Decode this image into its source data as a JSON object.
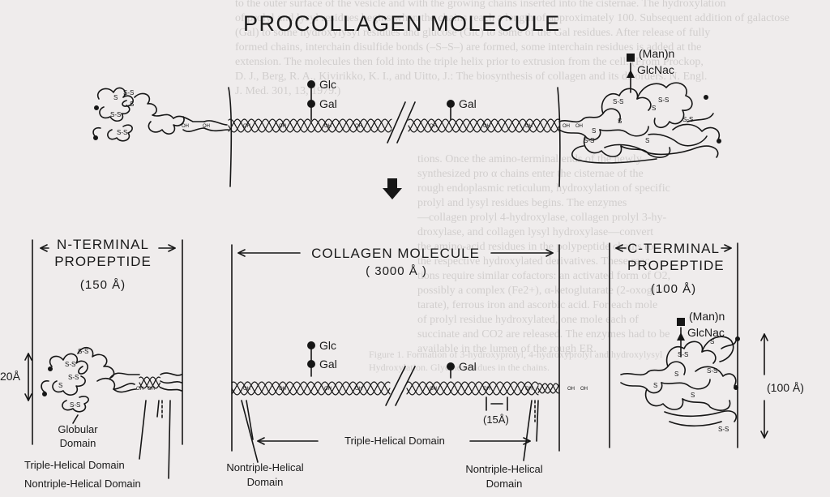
{
  "title": "PROCOLLAGEN MOLECULE",
  "sugars": {
    "glc": "Glc",
    "gal": "Gal",
    "man": "(Man)n",
    "glcnac": "GlcNac"
  },
  "hydroxyl": "OH",
  "n_terminal": {
    "label_line1": "N-TERMINAL",
    "label_line2": "PROPEPTIDE",
    "size": "(150 Å)"
  },
  "collagen_molecule": {
    "label": "COLLAGEN MOLECULE",
    "size": "( 3000 Å )"
  },
  "c_terminal": {
    "label_line1": "C-TERMINAL",
    "label_line2": "PROPEPTIDE",
    "size": "(100 Å)"
  },
  "dimensions": {
    "left_height": "20Å",
    "right_height": "(100 Å)",
    "repeat": "(15Å)"
  },
  "domains": {
    "globular_line1": "Globular",
    "globular_line2": "Domain",
    "triple_helical_left": "Triple-Helical Domain",
    "nontriple_left": "Nontriple-Helical Domain",
    "nontriple_middle_line1": "Nontriple-Helical",
    "nontriple_middle_line2": "Domain",
    "triple_helical_center": "Triple-Helical Domain",
    "nontriple_right_line1": "Nontriple-Helical",
    "nontriple_right_line2": "Domain"
  },
  "background_text": {
    "top_lines": [
      "to the outer surface of the vesicle and with the growing chains inserted into the cisternae. The hydroxylation",
      "of prolyl and lysyl residues begins when the chains reach a length of approximately 100. Subsequent addition of galactose",
      "(Gal) to some hydroxylysyl residues and glucose (Glc) to some of the Gal residues. After release of fully",
      "formed chains, interchain disulfide bonds (–S–S–) are formed, some interchain residues is added at the",
      "extension. The molecules then fold into the triple helix prior to extrusion from the cell. (From Prockop,",
      "D. J., Berg, R. A., Kivirikko, K. I., and Uitto, J.: The biosynthesis of collagen and its disorders. N. Engl.",
      "J. Med. 301, 13, 1979.)"
    ],
    "right_lines": [
      "tions. Once the amino-terminal ends of the newly",
      "synthesized pro α chains enter the cisternae of the",
      "rough endoplasmic reticulum, hydroxylation of specific",
      "prolyl and lysyl residues begins. The enzymes",
      "—collagen prolyl 4-hydroxylase, collagen prolyl 3-hy-",
      "droxylase, and collagen lysyl hydroxylase—convert",
      "the amino-acid residues in the polypeptide chains to",
      "the respective hydroxylated derivatives. These reac-",
      "tions require similar cofactors: an activated form of O2,",
      "possibly a complex (Fe2+), α-ketoglutarate (2-oxoglu-",
      "tarate), ferrous iron and ascorbic acid. For each mole",
      "of prolyl residue hydroxylated, one mole each of",
      "succinate and CO2 are released. The enzymes had to be",
      "available in the lumen of the rough ER."
    ],
    "figure_caption_line1": "Figure 1. Formation of 3-hydroxyprolyl, 4-hydroxyprolyl and hydroxylysyl",
    "figure_caption_line2": "Hydroxylation. Glycine residues in the chains."
  },
  "colors": {
    "ink": "#161616",
    "paper": "#efecec",
    "ghost_text": "#b9b6b5"
  }
}
